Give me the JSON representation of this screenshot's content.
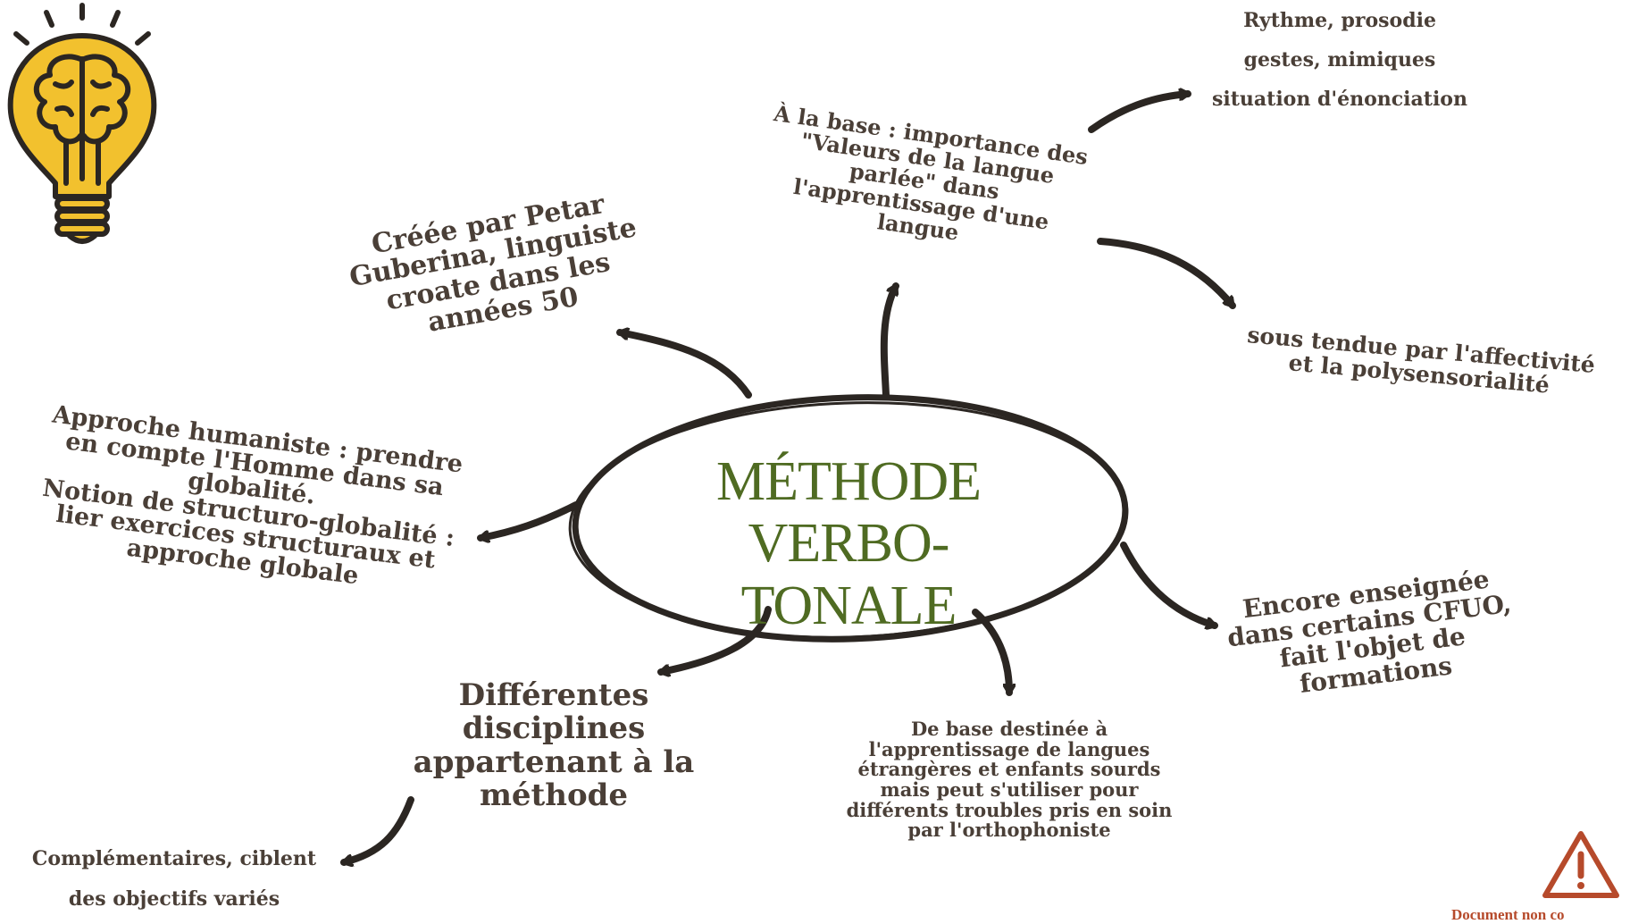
{
  "center": {
    "title": "MÉTHODE VERBO-\nTONALE"
  },
  "nodes": {
    "creator": "Créée par Petar\nGuberina, linguiste\ncroate dans les\nannées 50",
    "base_values": "À la base : importance des\n\"Valeurs de la langue\nparlée\" dans\nl'apprentissage d'une\nlangue",
    "rhythm": [
      "Rythme, prosodie",
      "gestes, mimiques",
      "situation d'énonciation"
    ],
    "affectivity": "sous tendue par l'affectivité\net la polysensorialité",
    "humanist": "Approche humaniste : prendre\nen compte l'Homme dans sa\nglobalité.\nNotion de structuro-globalité :\nlier exercices structuraux et\napproche globale",
    "disciplines": "Différentes\ndisciplines\nappartenant à la\nméthode",
    "complementary": [
      "Complémentaires, ciblent",
      "des objectifs variés"
    ],
    "destined": "De base destinée à\nl'apprentissage de langues\nétrangères et enfants sourds\nmais peut s'utiliser pour\ndifférents troubles pris en soin\npar l'orthophoniste",
    "taught": "Encore enseignée\ndans certains CFUO,\nfait l'objet de\nformations"
  },
  "footer": {
    "warning_text": "Document non co"
  },
  "icons": {
    "logo": "lightbulb-brain-icon",
    "warning": "warning-triangle-icon"
  },
  "colors": {
    "text": "#4a3f37",
    "title": "#4f6b22",
    "bulb": "#f2c12e",
    "outline": "#2b2622",
    "warning": "#b64a2b"
  }
}
